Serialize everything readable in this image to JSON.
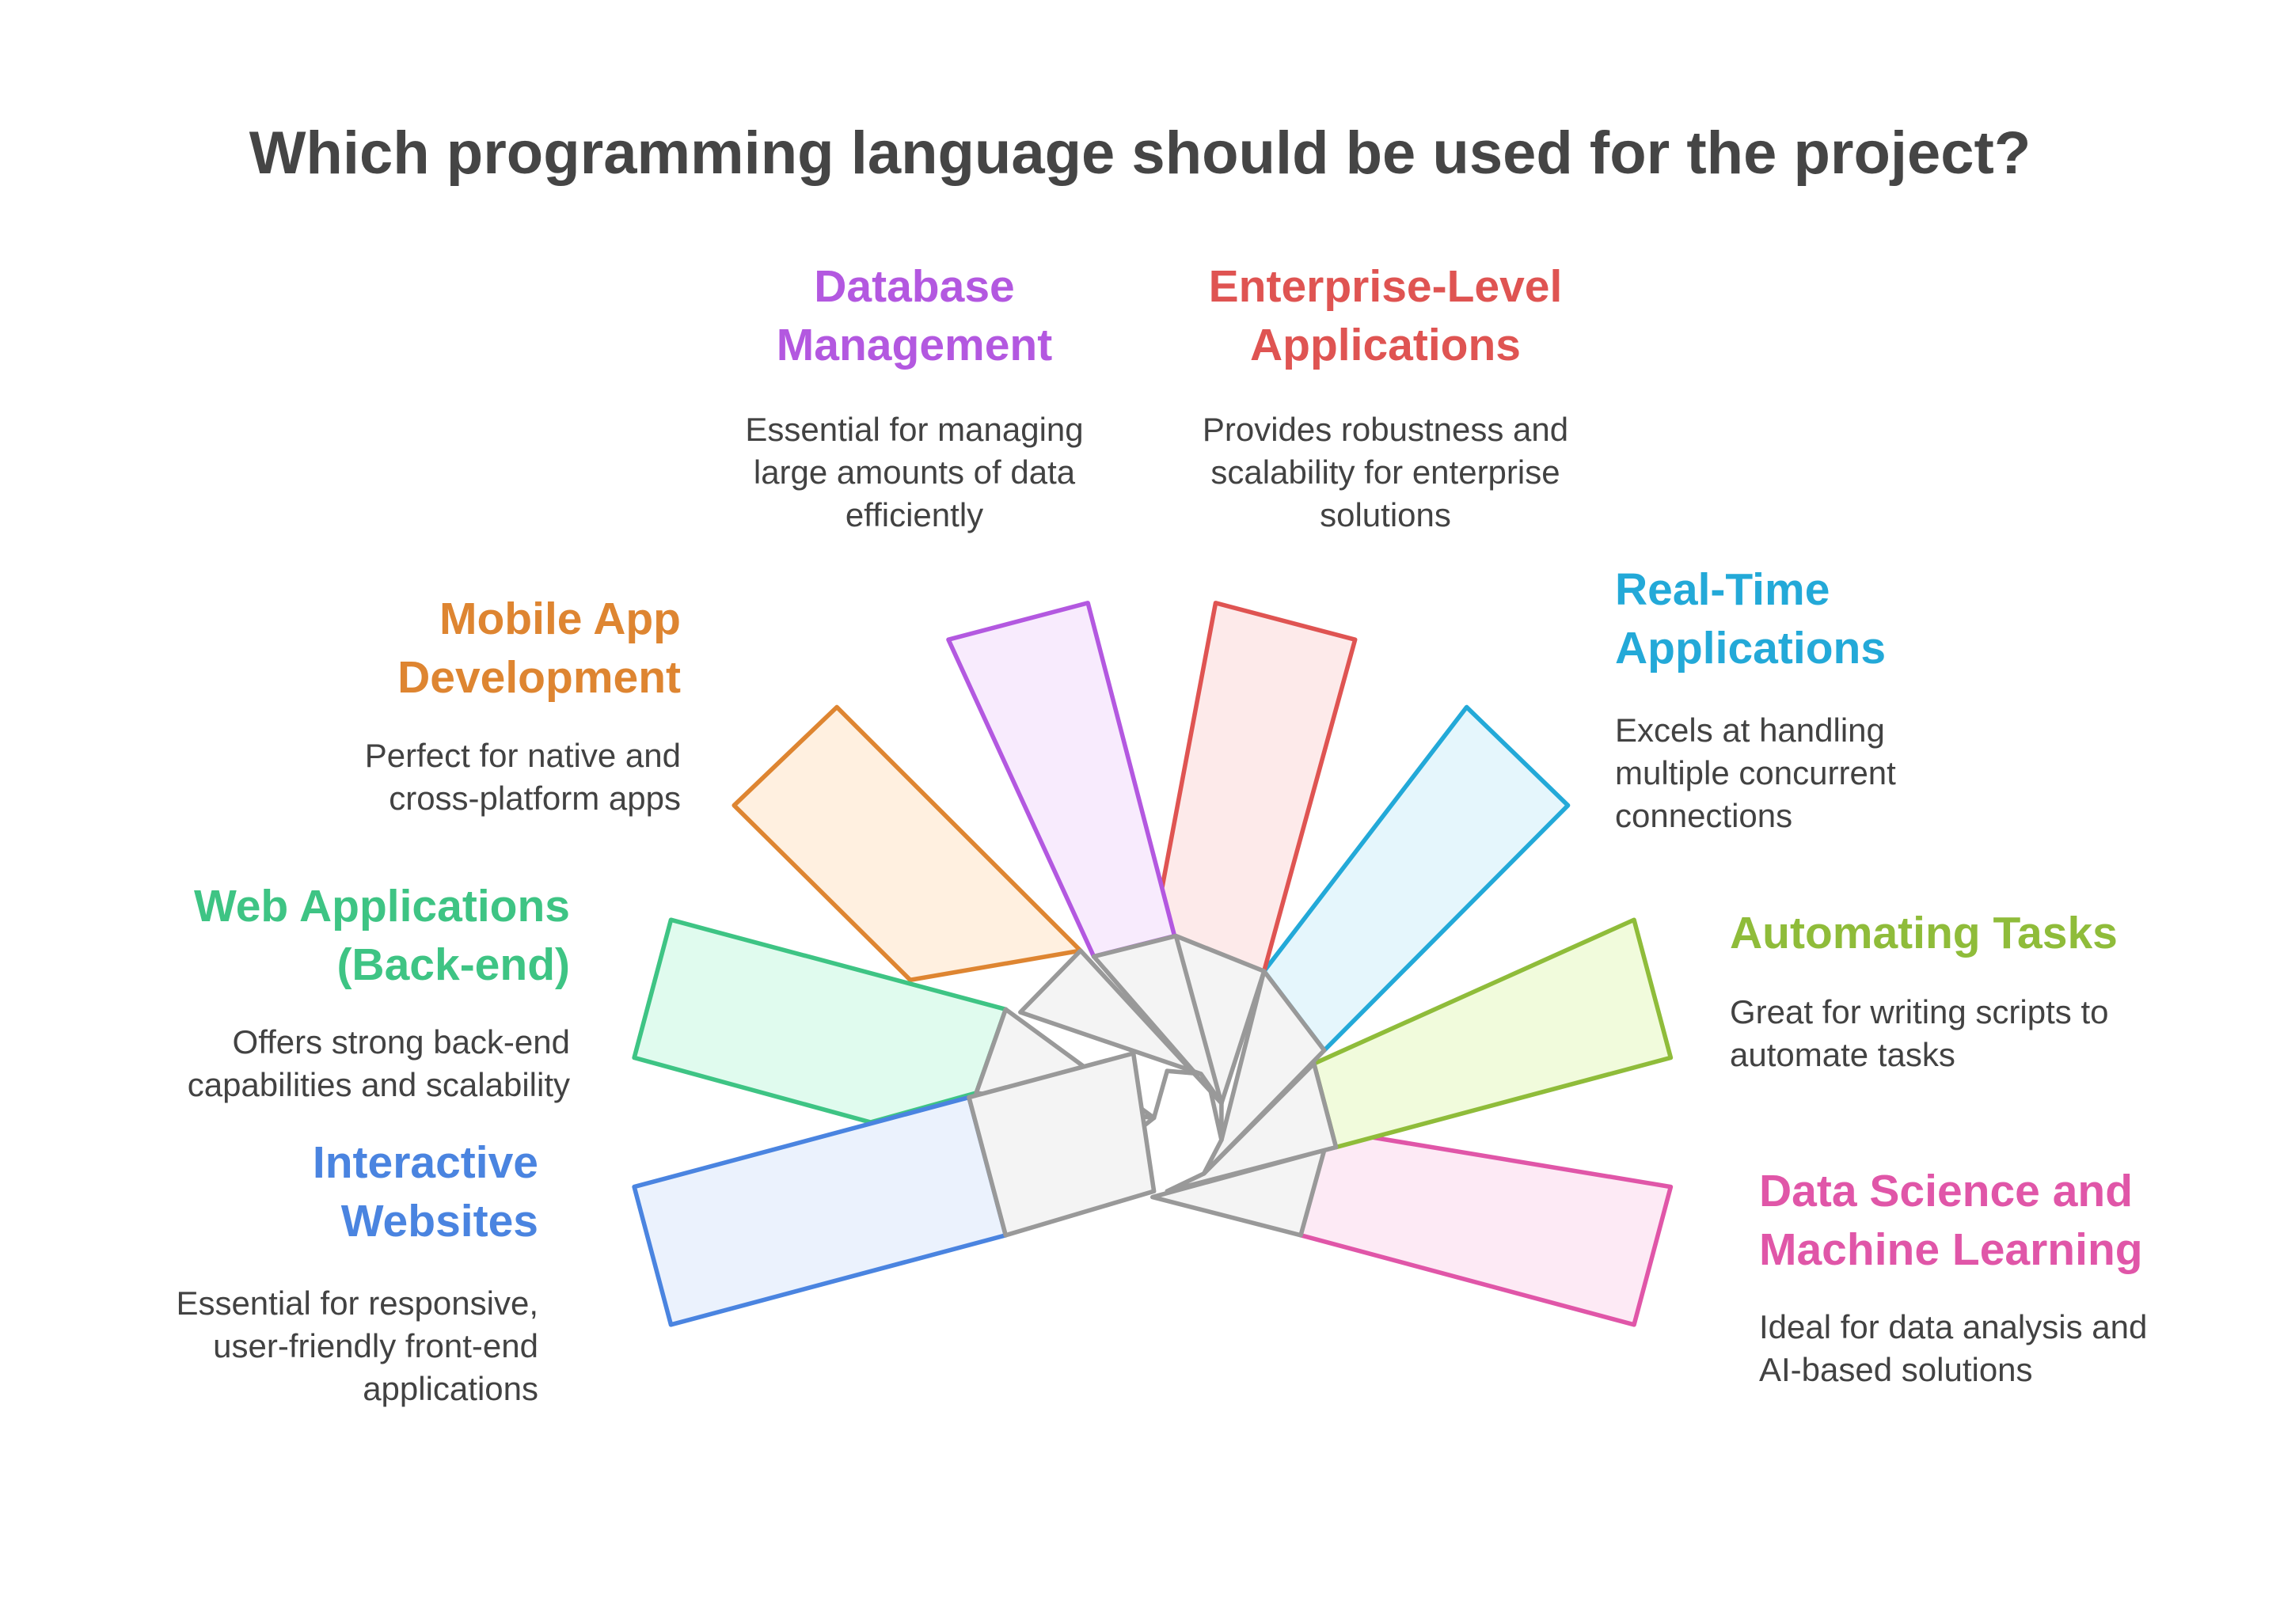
{
  "title": "Which programming language should be used for the project?",
  "options": [
    {
      "id": "interactive-websites",
      "label_lines": [
        "Interactive",
        "Websites"
      ],
      "description_lines": [
        "Essential for responsive,",
        "user-friendly front-end",
        "applications"
      ],
      "color": "#4a84e0",
      "fill": "#ebf2fd"
    },
    {
      "id": "web-applications-back-end",
      "label_lines": [
        "Web Applications",
        "(Back-end)"
      ],
      "description_lines": [
        "Offers strong back-end",
        "capabilities and scalability"
      ],
      "color": "#3ec484",
      "fill": "#e0fbee"
    },
    {
      "id": "mobile-app-development",
      "label_lines": [
        "Mobile App",
        "Development"
      ],
      "description_lines": [
        "Perfect for native and",
        "cross-platform apps"
      ],
      "color": "#de8531",
      "fill": "#fff0e0"
    },
    {
      "id": "database-management",
      "label_lines": [
        "Database",
        "Management"
      ],
      "description_lines": [
        "Essential for managing",
        "large amounts of data",
        "efficiently"
      ],
      "color": "#b358e0",
      "fill": "#f8ebfd"
    },
    {
      "id": "enterprise-level-applications",
      "label_lines": [
        "Enterprise-Level",
        "Applications"
      ],
      "description_lines": [
        "Provides robustness and",
        "scalability for enterprise",
        "solutions"
      ],
      "color": "#df5452",
      "fill": "#fdeaea"
    },
    {
      "id": "real-time-applications",
      "label_lines": [
        "Real-Time",
        "Applications"
      ],
      "description_lines": [
        "Excels at handling",
        "multiple concurrent",
        "connections"
      ],
      "color": "#23a9d8",
      "fill": "#e5f6fc"
    },
    {
      "id": "automating-tasks",
      "label_lines": [
        "Automating Tasks"
      ],
      "description_lines": [
        "Great for writing scripts to",
        "automate tasks"
      ],
      "color": "#8fbc3a",
      "fill": "#f1fbdc"
    },
    {
      "id": "data-science-and-machine-learning",
      "label_lines": [
        "Data Science and",
        "Machine Learning"
      ],
      "description_lines": [
        "Ideal for data analysis and",
        "AI-based solutions"
      ],
      "color": "#e056a8",
      "fill": "#fdeaf5"
    }
  ]
}
